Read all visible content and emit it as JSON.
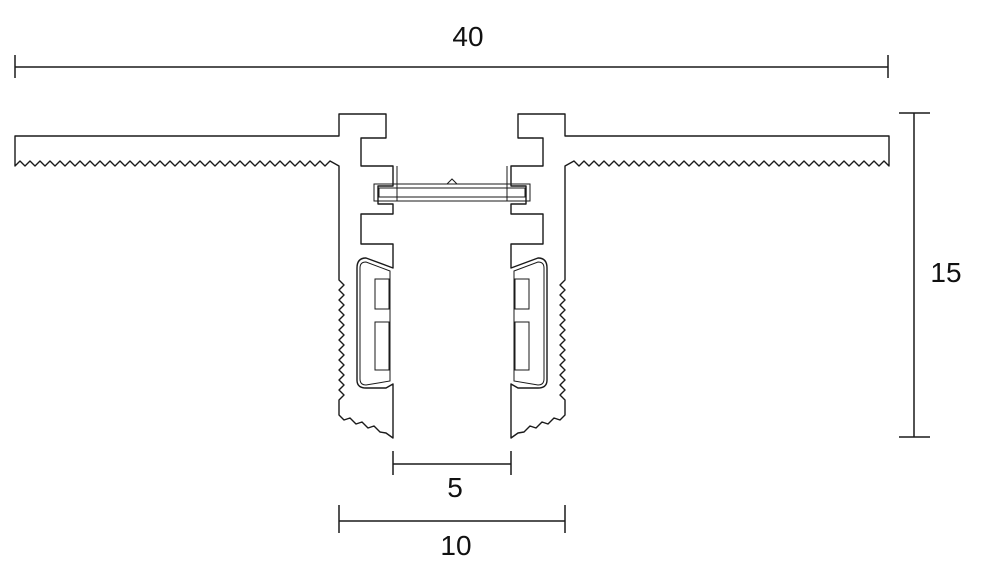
{
  "dimensions": {
    "overall_width": "40",
    "height": "15",
    "slot_width": "5",
    "body_width": "10"
  },
  "colors": {
    "line": "#1a1a1a",
    "background": "#ffffff"
  }
}
